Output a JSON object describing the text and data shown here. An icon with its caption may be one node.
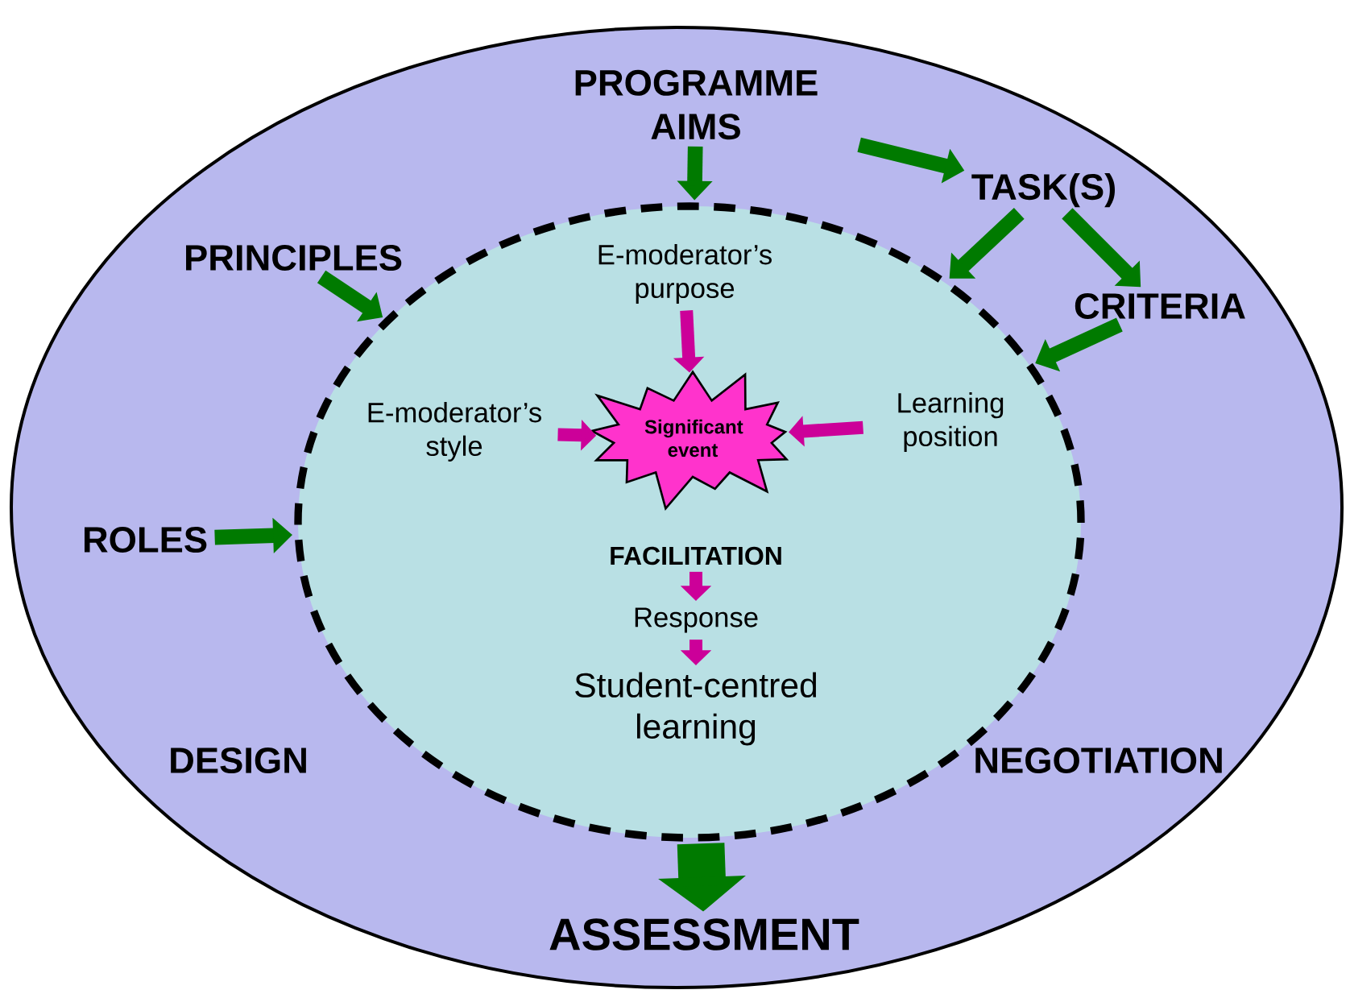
{
  "diagram": {
    "nodes": [
      {
        "text": [
          "PROGRAMME AIMS"
        ]
      },
      {
        "text": [
          "TASK(S)"
        ]
      },
      {
        "text": [
          "CRITERIA"
        ]
      },
      {
        "text": [
          "PRINCIPLES"
        ]
      },
      {
        "text": [
          "ROLES"
        ]
      },
      {
        "text": [],
        "shape": "ellipse"
      },
      {
        "text": [
          "E-moderator’s purpose"
        ],
        "in": 5
      },
      {
        "text": [
          "E-moderator’s style"
        ],
        "in": 5
      },
      {
        "text": [
          "Significant event"
        ],
        "in": 5
      },
      {
        "text": [
          "Learning position"
        ],
        "in": 5
      },
      {
        "text": [
          "FACILITATION"
        ],
        "in": 5
      },
      {
        "text": [
          "Response"
        ],
        "in": 5
      },
      {
        "text": [
          "Student-centred learning"
        ],
        "in": 5
      },
      {
        "text": [
          "ASSESSMENT"
        ]
      }
    ],
    "edges": [
      {
        "from": 0,
        "to": 1,
        "arrow": "to"
      },
      {
        "from": 1,
        "to": 2,
        "arrow": "to"
      },
      {
        "from": 0,
        "to": 5,
        "arrow": "to"
      },
      {
        "from": 1,
        "to": 5,
        "arrow": "to"
      },
      {
        "from": 2,
        "to": 5,
        "arrow": "to"
      },
      {
        "from": 3,
        "to": 5,
        "arrow": "to"
      },
      {
        "from": 4,
        "to": 5,
        "arrow": "to"
      },
      {
        "from": 6,
        "to": 8,
        "arrow": "to",
        "color": "#cc0099"
      },
      {
        "from": 7,
        "to": 8,
        "arrow": "to",
        "color": "#cc0099"
      },
      {
        "from": 9,
        "to": 8,
        "arrow": "to",
        "color": "#cc0099"
      },
      {
        "from": 10,
        "to": 11,
        "arrow": "to",
        "color": "#cc0099"
      },
      {
        "from": 11,
        "to": 12,
        "arrow": "to",
        "color": "#cc0099"
      },
      {
        "from": 5,
        "to": 13,
        "arrow": "to",
        "style": "thick"
      }
    ],
    "labels": [
      "DESIGN",
      "NEGOTIATION"
    ]
  }
}
